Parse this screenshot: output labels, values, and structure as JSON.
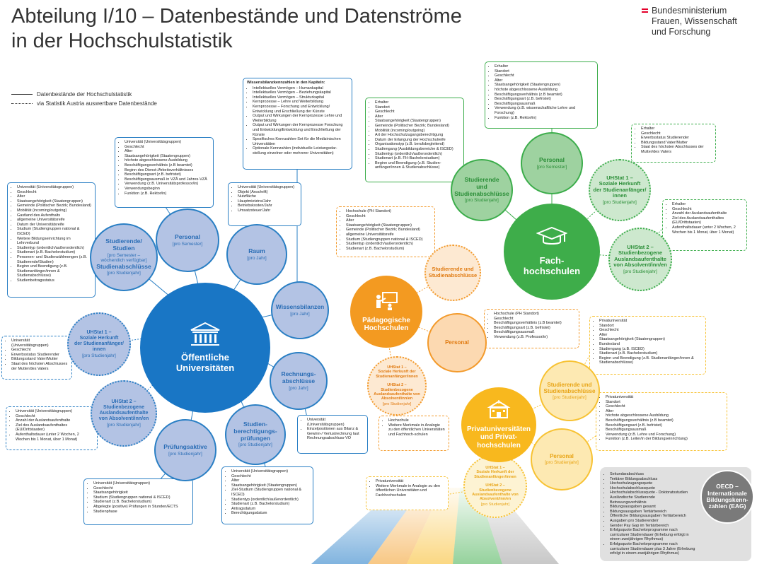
{
  "title": "Abteilung I/10 – Datenbestände und Datenströme\nin der Hochschulstatistik",
  "logo": {
    "text": "Bundesministerium\nFrauen, Wissenschaft\nund Forschung",
    "flag_colors": [
      "#e4002b",
      "#ffffff",
      "#e4002b"
    ]
  },
  "legend": {
    "solid": "Datenbestände der Hochschulstatistik",
    "dotted": "via Statistik Austria auswertbare Datenbestände"
  },
  "colors": {
    "blue": "#1976c5",
    "green": "#3ead4a",
    "orange": "#f39a21",
    "yellow": "#f8b81e",
    "grey": "#7a7a7a"
  },
  "hubs": {
    "uni": {
      "label": "Öffentliche\nUniversitäten",
      "icon": "university-building-icon"
    },
    "fh": {
      "label": "Fach-\nhochschulen",
      "icon": "graduation-cap-icon"
    },
    "ph": {
      "label": "Pädagogische\nHochschulen",
      "icon": "teacher-board-icon"
    },
    "pu": {
      "label": "Privatuniversitäten\nund Privat-\nhochschulen",
      "icon": "school-building-icon"
    }
  },
  "nodes": {
    "uni_studierende": {
      "label": "Studierende/\nStudien",
      "sub": "[pro Semester –\nwöchentlich verfügbar]",
      "label2": "Studienabschlüsse",
      "sub2": "[pro Studienjahr]"
    },
    "uni_personal": {
      "label": "Personal",
      "sub": "[pro Semester]"
    },
    "uni_raum": {
      "label": "Raum",
      "sub": "[pro Jahr]"
    },
    "uni_wissensbilanzen": {
      "label": "Wissensbilanzen",
      "sub": "[pro Jahr]"
    },
    "uni_rechnung": {
      "label": "Rechnungs-\nabschlüsse",
      "sub": "[pro Jahr]"
    },
    "uni_studienberechtigung": {
      "label": "Studien-\nberechtigungs-\nprüfungen",
      "sub": "[pro Studienjahr]"
    },
    "uni_pruefung": {
      "label": "Prüfungsaktive",
      "sub": "[pro Studienjahr]"
    },
    "uni_uhstat1": {
      "label": "UHStat 1 –\nSoziale Herkunft\nder Studienanfänger/\ninnen",
      "sub": "[pro Studienjahr]"
    },
    "uni_uhstat2": {
      "label": "UHStat 2 –\nStudienbezogene\nAuslandsaufenthalte\nvon Absolvent/inn/en",
      "sub": "[pro Studienjahr]"
    },
    "fh_personal": {
      "label": "Personal",
      "sub": "[pro Semester]"
    },
    "fh_studierende": {
      "label": "Studierende\nund\nStudienabschlüsse",
      "sub": "[pro Studienjahr]"
    },
    "fh_uhstat1": {
      "label": "UHStat 1 –\nSoziale Herkunft\nder Studienanfänger/\ninnen",
      "sub": "[pro Studienjahr]"
    },
    "fh_uhstat2": {
      "label": "UHStat 2 –\nStudienbezogene\nAuslandsaufenthalte\nvon Absolvent/inn/en",
      "sub": "[pro Studienjahr]"
    },
    "ph_studierende": {
      "label": "Studierende und\nStudienabschlüsse"
    },
    "ph_personal": {
      "label": "Personal"
    },
    "ph_uhstat": {
      "label": "UHStat 1 –\nSoziale Herkunft der\nStudienanfänger/innen\n\nUHStat 2 –\nStudienbezogene\nAuslandsaufenthalte von\nAbsolvent/inn/en",
      "sub": "[pro Studienjahr]"
    },
    "pu_studierende": {
      "label": "Studierende und\nStudienabschlüsse",
      "sub": "[pro Studienjahr]"
    },
    "pu_personal": {
      "label": "Personal",
      "sub": "[pro Studienjahr]"
    },
    "pu_uhstat": {
      "label": "UHStat 1 –\nSoziale Herkunft der\nStudienanfänger/innen\n\nUHStat 2 –\nStudienbezogene\nAuslandsaufenthalte von\nAbsolvent/inn/en",
      "sub": "[pro Studienjahr]"
    }
  },
  "boxes": {
    "uni_studierende": [
      "Universität (Universitätsgruppen)",
      "Geschlecht",
      "Alter",
      "Staatsangehörigkeit (Staatengruppen)",
      "Gemeinde (Politischer Bezirk; Bundesland)",
      "Mobilität (incoming/outgoing)",
      "Gastland des Aufenthalts",
      "allgemeine Universitätsreife",
      "Datum der Universitätsreife",
      "Studium (Studiengruppen national & ISCED)",
      "Weitere Bildungseinrichtung im Lehrverbund",
      "Studientyp (ordentlich/außerordentlich)",
      "Studienart (z.B. Bachelorstudium)",
      "Personen- und Studienzählmengen (z.B. Studierende/Studien)",
      "Beginn und Beendigung (z.B. Studienanfänger/innen & Studienabschlüsse)",
      "Studienbeitragsstatus"
    ],
    "uni_personal": [
      "Universität (Universitätsgruppen)",
      "Geschlecht",
      "Alter",
      "Staatsangehörigkeit (Staatengruppen)",
      "höchste abgeschlossene Ausbildung",
      "Beschäftigungsverhältnis (z.B beamtet)",
      "Beginn des Dienst-/Arbeitsverhältnisses",
      "Beschäftigungsart (z.B. befristet)",
      "Beschäftigungsausmaß in VZÄ und Jahres-VZÄ",
      "Verwendung (z.B. Universitätsprofessor/in)",
      "Verwendungsbeginn",
      "Funktion (z.B. Rektor/in)"
    ],
    "uni_raum": [
      "Universität (Universitätsgruppen)",
      "Objekt (Anschrift)",
      "Nutzfläche",
      "Hauptmietzins/Jahr",
      "Betriebskosten/Jahr",
      "Umsatzsteuer/Jahr"
    ],
    "uni_wissensbilanzen": {
      "head": "Wissensbilanzkennzahlen in den Kapiteln:",
      "items": [
        "Intellektuelles Vermögen – Humankapital",
        "Intellektuelles Vermögen – Beziehungskapital",
        "Intellektuelles Vermögen – Strukturkapital",
        "Kernprozesse – Lehre und Weiterbildung",
        "Kernprozesse – Forschung und Entwicklung/ Entwicklung und Erschließung der Künste",
        "Output und Wirkungen der Kernprozesse Lehre und Weiterbildung",
        "Output und Wirkungen der Kernprozesse Forschung und Entwicklung/Entwicklung und Erschließung der Künste",
        "Spezifisches Kennzahlen-Set für die Medizinischen Universitäten",
        "Optionale Kennzahlen (individuelle Leistungsdar-stellung einzelner oder mehrerer Universitäten)"
      ]
    },
    "uni_rechnung": [
      "Universität (Universitätsgruppen)",
      "Einzelpositionen aus Bilanz & Gewinn-/ Verlustrechnung laut Rechnungsabschluss-VO"
    ],
    "uni_studienberechtigung": [
      "Universität (Universitätsgruppen)",
      "Geschlecht",
      "Alter",
      "Staatsangehörigkeit (Staatengruppen)",
      "Ziel-Studium (Studiengruppen national & ISCED)",
      "Studientyp (ordentlich/außerordentlich)",
      "Studienart (z.B. Bachelorstudium)",
      "Antragsdatum",
      "Berechtigungsdatum"
    ],
    "uni_pruefung": [
      "Universität (Universitätsgruppen)",
      "Geschlecht",
      "Staatsangehörigkeit",
      "Studium (Studiengruppen national & ISCED)",
      "Studienart (z.B. Bachelorstudium)",
      "Abgelegte (positive) Prüfungen in Stunden/ECTS",
      "Studienphase"
    ],
    "uni_uhstat1": [
      "Universität (Universitätsgruppen)",
      "Geschlecht",
      "Erwerbsstatus Studierender",
      "Bildungsstand Vater/Mutter",
      "Staat des höchsten Abschlusses der Mutter/des Vaters"
    ],
    "uni_uhstat2": [
      "Universität (Universitätsgruppen)",
      "Geschlecht",
      "Anzahl der Auslandsaufenthalte",
      "Ziel des Auslandsaufenthaltes (EU/Drittstaaten)",
      "Aufenthaltsdauer (unter 2 Wochen, 2 Wochen bis 1 Monat, über 1 Monat)"
    ],
    "fh_personal": [
      "Erhalter",
      "Standort",
      "Geschlecht",
      "Alter",
      "Staatsangehörigkeit (Staatengruppen)",
      "höchste abgeschlossene Ausbildung",
      "Beschäftigungsverhältnis (z.B beamtet)",
      "Beschäftigungsart (z.B. befristet)",
      "Beschäftigungsausmaß",
      "Verwendung (z.B. wissenschaftliche Lehre und Forschung)",
      "Funktion (z.B. Rektor/in)"
    ],
    "fh_studierende": [
      "Erhalter",
      "Standort",
      "Geschlecht",
      "Alter",
      "Staatsangehörigkeit (Staatengruppen)",
      "Gemeinde (Politischer Bezirk; Bundesland)",
      "Mobilität (incoming/outgoing)",
      "Art der Hochschulzugangsberechtigung",
      "Datum der Erlangung der Hochschulreife",
      "Organisationstyp (z.B. berufsbegleitend)",
      "Studiengang (Ausbildungsbereiche & ISCED)",
      "Studientyp (ordentlich/außerordentlich)",
      "Studienart (z.B. FH-Bachelorstudium)",
      "Beginn und Beendigung (z.B. Studien-anfänger/innen & Studienabschlüsse)"
    ],
    "fh_uhstat1": [
      "Erhalter",
      "Geschlecht",
      "Erwerbsstatus Studierender",
      "Bildungsstand Vater/Mutter",
      "Staat des höchsten Abschlusses der Mutter/des Vaters"
    ],
    "fh_uhstat2": [
      "Erhalter",
      "Geschlecht",
      "Anzahl der Auslandsaufenthalte",
      "Ziel des Auslandsaufenthaltes (EU/Drittstaaten)",
      "Aufenthaltsdauer (unter 2 Wochen, 2 Wochen bis 1 Monat, über 1 Monat)"
    ],
    "ph_studierende": [
      "Hochschule (PH Standort)",
      "Geschlecht",
      "Alter",
      "Staatsangehörigkeit (Staatengruppen)",
      "Gemeinde (Politischer Bezirk; Bundesland)",
      "allgemeine Universitätsreife",
      "Studium (Studiengruppen national & ISCED)",
      "Studientyp (ordentlich/außerordentlich)",
      "Studienart (z.B. Bachelorstudium)"
    ],
    "ph_personal": [
      "Hochschule (PH Standort)",
      "Geschlecht",
      "Beschäftigungsverhältnis (z.B beamtet)",
      "Beschäftigungsart (z.B. befristet)",
      "Beschäftigungsausmaß",
      "Verwendung (z.B. Professor/in)"
    ],
    "ph_uhstat": [
      "Hochschule",
      "Weitere Merkmale in Analogie zu den öffentlichen Universitäten und Fachhoch-schulen"
    ],
    "pu_studierende": [
      "Privatuniversität",
      "Standort",
      "Geschlecht",
      "Alter",
      "Staatsangehörigkeit (Staatengruppen)",
      "Bundesland",
      "Studiengang (z.B. ISCED)",
      "Studienart (z.B. Bachelorstudium)",
      "Beginn und Beendigung (z.B. Studienanfänger/innen & Studienabschlüsse)"
    ],
    "pu_personal": [
      "Privatuniversität",
      "Standort",
      "Geschlecht",
      "Alter",
      "höchste abgeschlossene Ausbildung",
      "Beschäftigungsverhältnis (z.B beamtet)",
      "Beschäftigungsart (z.B. befristet)",
      "Beschäftigungsausmaß",
      "Verwendung (z.B. Lehre und Forschung)",
      "Funktion (z.B. Leiter/in der Bildungseinrichtung)"
    ],
    "pu_uhstat": [
      "Privatuniversität",
      "Weitere Merkmale in Analogie zu den öffentlichen Universitäten und Fachhochschulen"
    ]
  },
  "oecd": {
    "label": "OECD –\nInternationale\nBildungskenn-\nzahlen (EAG)",
    "items": [
      "Sekundarabschluss",
      "Tertiärer Bildungsabschluss",
      "Hochschulzugangsquote",
      "Hochschulabschlussquote",
      "Hochschulabschlussquote - Doktoratsstudien",
      "Ausländische Studierende",
      "Betreuungsverhältnis",
      "Bildungsausgaben gesamt",
      "Bildungsausgaben Tertiärbereich",
      "Öffentliche Bildungsausgaben Tertiärbereich",
      "Ausgaben pro Studierende/r",
      "Gender Pay Gap im Tertiärbereich",
      "Erfolgsquote Bachelorprogramme nach curricularer Studiendauer (Erhebung erfolgt in einem zweijährigen Rhythmus)",
      "Erfolgsquote Bachelorprogramme nach curricularer Studiendauer plus 3 Jahre (Erhebung erfolgt in einem zweijährigen Rhythmus)"
    ]
  }
}
